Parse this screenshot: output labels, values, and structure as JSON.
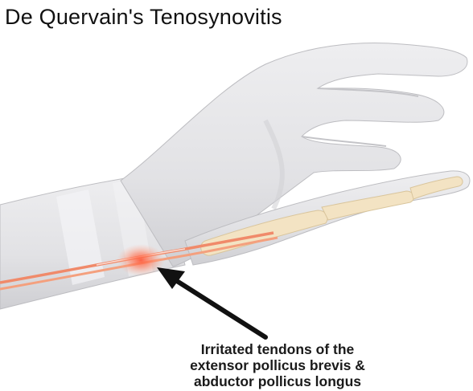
{
  "title": "De Quervain's Tenosynovitis",
  "annotation": {
    "lines": [
      "Irritated tendons of the",
      "extensor pollicus brevis &",
      "abductor pollicus longus"
    ]
  },
  "colors": {
    "skin": "#e4e4e6",
    "skin_shadow": "#c9c9cc",
    "bone": "#f3e3c3",
    "tendon": "#f08a6a",
    "inflammation": "#ff6a4a",
    "arrow": "#111111"
  }
}
